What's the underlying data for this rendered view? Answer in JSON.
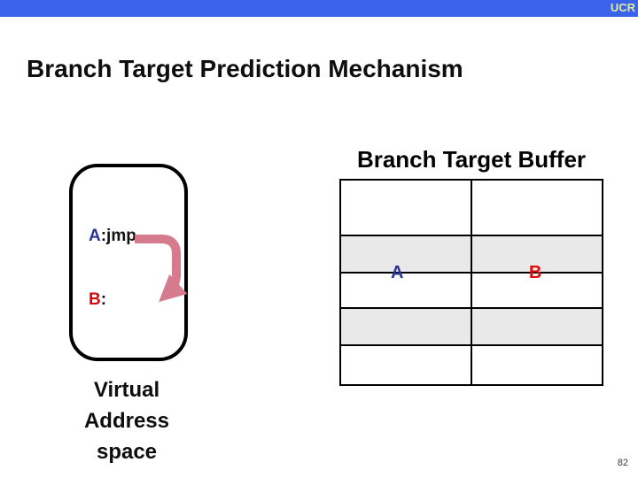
{
  "header": {
    "logo_text": "UCR"
  },
  "slide": {
    "title": "Branch Target Prediction Mechanism",
    "page_number": "82"
  },
  "code_box": {
    "line_a": {
      "label": "A",
      "rest": ":jmp"
    },
    "line_b": {
      "label": "B",
      "rest": ":"
    },
    "caption_lines": [
      "Virtual",
      "Address",
      "space"
    ]
  },
  "btb": {
    "heading": "Branch Target Buffer",
    "entry_tag": "A",
    "entry_target": "B"
  },
  "colors": {
    "top_bar_blue": "#3A62EA",
    "logo_text": "#DFED9A",
    "title_text": "#0E0E0E",
    "label_a_blue": "#293593",
    "label_b_red": "#D60C0C",
    "jump_arrow_pink": "#D57B8D",
    "shaded_row_gray": "#E9E9E9"
  }
}
